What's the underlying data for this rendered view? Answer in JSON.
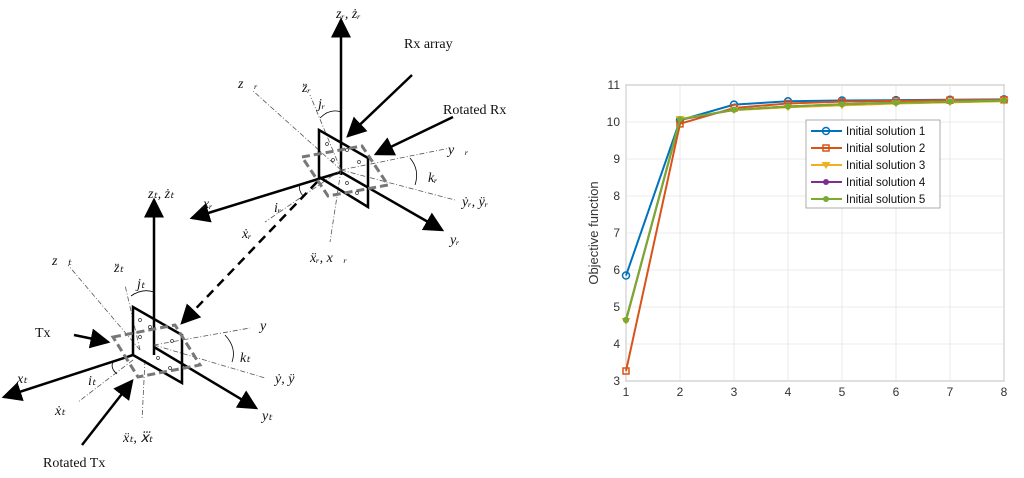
{
  "diagram": {
    "labels": {
      "rx_array": "Rx array",
      "rotated_rx": "Rotated Rx",
      "tx": "Tx",
      "rotated_tx": "Rotated Tx"
    },
    "math": {
      "zR": "zᵣ, żᵣ",
      "zR3": "z⃛ᵣ",
      "zR2": "z̈ᵣ",
      "jR": "jᵣ",
      "yR3": "y⃛ᵣ",
      "kR": "kᵣ",
      "yR12": "ẏᵣ, ÿᵣ",
      "yR": "yᵣ",
      "xR": "xᵣ",
      "iR": "iᵣ",
      "xRdot": "ẋᵣ",
      "xR23": "ẍᵣ, x⃛ᵣ",
      "zT": "zₜ, żₜ",
      "zT3": "z⃛ₜ",
      "zT2": "z̈ₜ",
      "jT": "jₜ",
      "y3": "y⃛",
      "kT": "kₜ",
      "y12": "ẏ, ÿ",
      "yT": "yₜ",
      "xT": "xₜ",
      "iT": "iₜ",
      "xTdot": "ẋₜ",
      "xT23": "ẍₜ, x⃛ₜ"
    }
  },
  "chart_data": {
    "type": "line",
    "title": "",
    "xlabel": "",
    "ylabel": "Objective function",
    "x": [
      1,
      2,
      3,
      4,
      5,
      6,
      7,
      8
    ],
    "xlim": [
      1,
      8
    ],
    "ylim": [
      3,
      11
    ],
    "xticks": [
      "1",
      "2",
      "3",
      "4",
      "5",
      "6",
      "7",
      "8"
    ],
    "yticks": [
      "3",
      "4",
      "5",
      "6",
      "7",
      "8",
      "9",
      "10",
      "11"
    ],
    "grid": true,
    "legend_position": "top-right",
    "series": [
      {
        "name": "Initial solution 1",
        "color": "#0072BD",
        "marker": "circle-open",
        "values": [
          5.85,
          10.05,
          10.47,
          10.56,
          10.58,
          10.59,
          10.6,
          10.61
        ]
      },
      {
        "name": "Initial solution 2",
        "color": "#D95319",
        "marker": "square",
        "values": [
          3.27,
          9.95,
          10.38,
          10.5,
          10.55,
          10.57,
          10.59,
          10.6
        ]
      },
      {
        "name": "Initial solution 3",
        "color": "#EDB120",
        "marker": "triangle-down",
        "values": [
          4.62,
          10.08,
          10.32,
          10.4,
          10.45,
          10.5,
          10.53,
          10.56
        ]
      },
      {
        "name": "Initial solution 4",
        "color": "#7E2F8E",
        "marker": "dot",
        "values": [
          4.65,
          10.06,
          10.33,
          10.42,
          10.48,
          10.52,
          10.55,
          10.58
        ]
      },
      {
        "name": "Initial solution 5",
        "color": "#77AC30",
        "marker": "dot",
        "values": [
          4.65,
          10.07,
          10.33,
          10.42,
          10.48,
          10.52,
          10.55,
          10.58
        ]
      }
    ]
  }
}
